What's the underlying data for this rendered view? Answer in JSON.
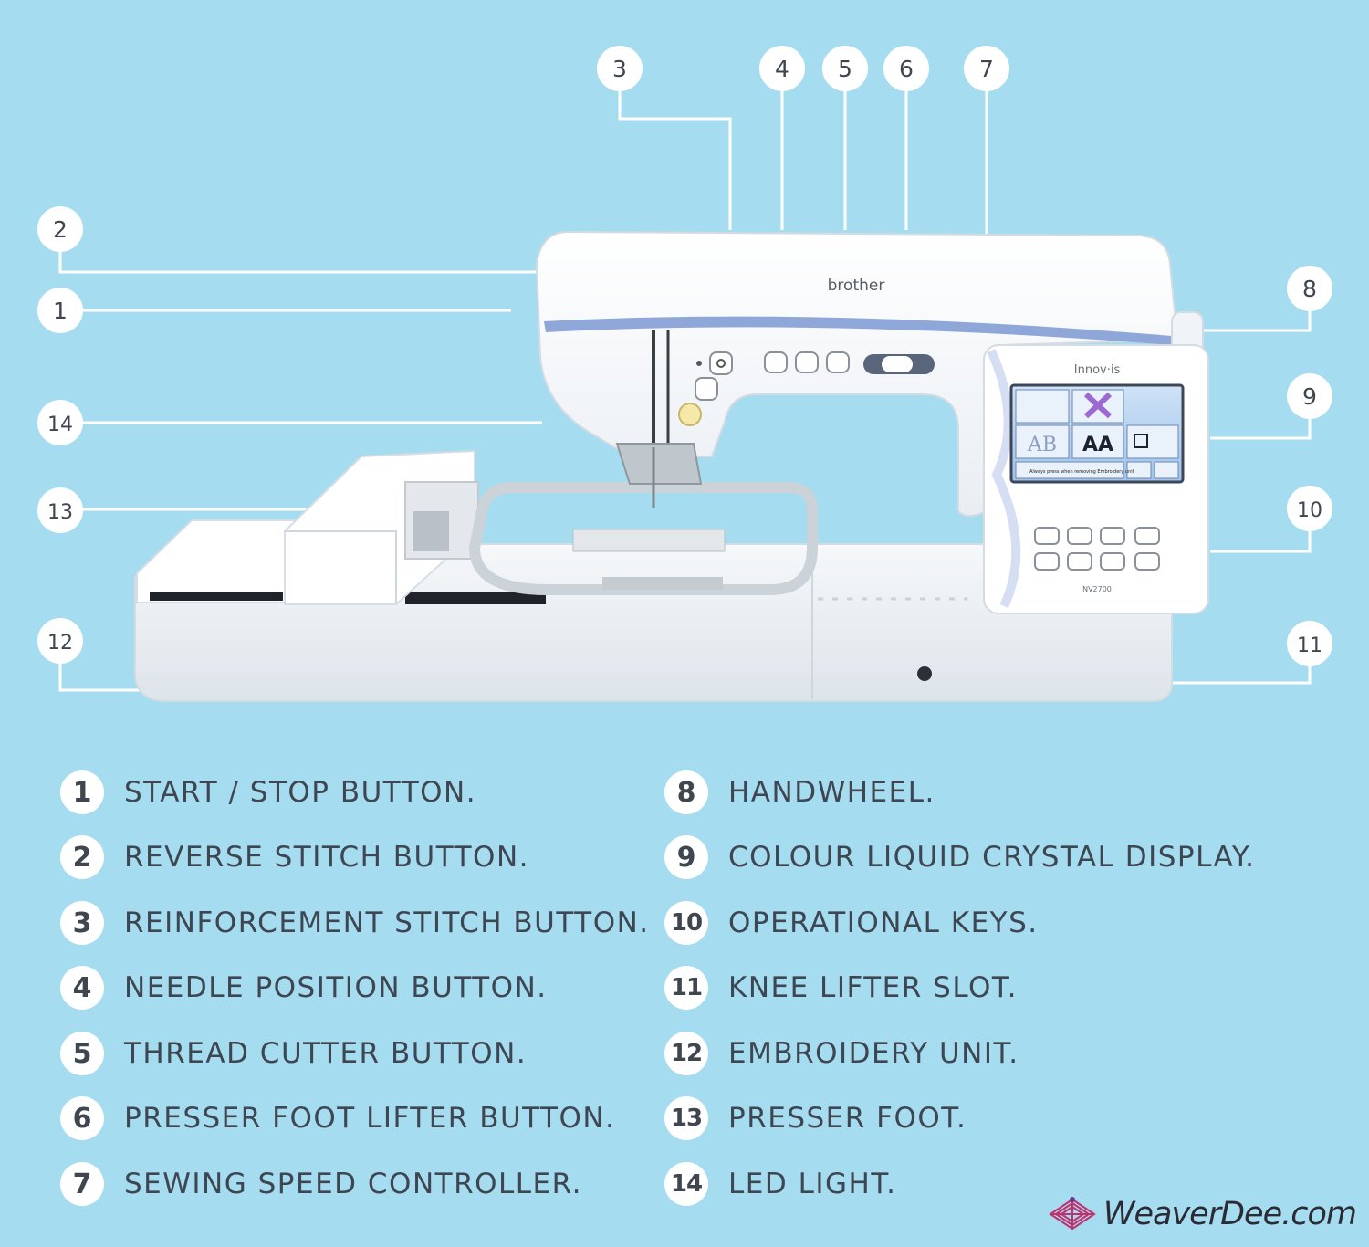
{
  "callouts": [
    {
      "num": "1"
    },
    {
      "num": "2"
    },
    {
      "num": "3"
    },
    {
      "num": "4"
    },
    {
      "num": "5"
    },
    {
      "num": "6"
    },
    {
      "num": "7"
    },
    {
      "num": "8"
    },
    {
      "num": "9"
    },
    {
      "num": "10"
    },
    {
      "num": "11"
    },
    {
      "num": "12"
    },
    {
      "num": "13"
    },
    {
      "num": "14"
    }
  ],
  "machine": {
    "brand": "brother",
    "series": "Innov·is",
    "model": "NV2700",
    "lcd_note": "Always press when removing Embroidery unit"
  },
  "legend": [
    {
      "num": "1",
      "text": "START / STOP BUTTON."
    },
    {
      "num": "2",
      "text": "REVERSE STITCH BUTTON."
    },
    {
      "num": "3",
      "text": "REINFORCEMENT STITCH BUTTON."
    },
    {
      "num": "4",
      "text": "NEEDLE POSITION BUTTON."
    },
    {
      "num": "5",
      "text": "THREAD CUTTER BUTTON."
    },
    {
      "num": "6",
      "text": "PRESSER FOOT LIFTER BUTTON."
    },
    {
      "num": "7",
      "text": "SEWING SPEED CONTROLLER."
    },
    {
      "num": "8",
      "text": "HANDWHEEL."
    },
    {
      "num": "9",
      "text": "COLOUR LIQUID CRYSTAL DISPLAY."
    },
    {
      "num": "10",
      "text": "OPERATIONAL KEYS."
    },
    {
      "num": "11",
      "text": "KNEE LIFTER SLOT."
    },
    {
      "num": "12",
      "text": "EMBROIDERY UNIT."
    },
    {
      "num": "13",
      "text": "PRESSER FOOT."
    },
    {
      "num": "14",
      "text": "LED LIGHT."
    }
  ],
  "watermark": "WeaverDee.com",
  "colors": {
    "background": "#a6dcef",
    "leader": "#ffffff",
    "text": "#3e4652",
    "accent": "#8fa6d8"
  }
}
